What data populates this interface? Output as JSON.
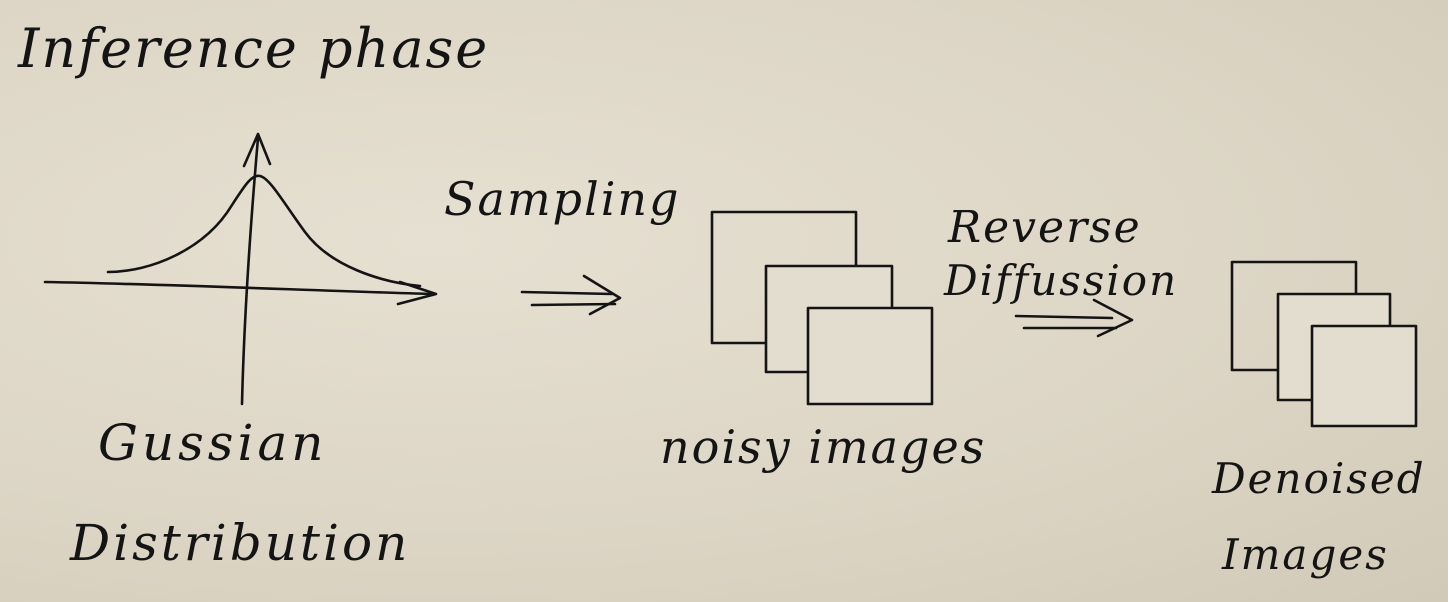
{
  "diagram": {
    "title": "Inference phase",
    "gaussian": {
      "label_line1": "Gussian",
      "label_line2": "Distribution"
    },
    "sampling_label": "Sampling",
    "noisy_label": "noisy images",
    "reverse": {
      "label_line1": "Reverse",
      "label_line2": "Diffussion"
    },
    "denoised": {
      "label_line1": "Denoised",
      "label_line2": "Images"
    }
  }
}
